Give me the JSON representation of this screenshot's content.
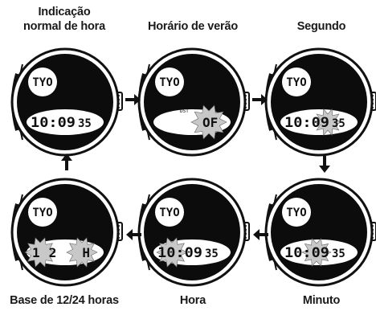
{
  "labels": {
    "top_left_line1": "Indicação",
    "top_left_line2": "normal de hora",
    "top_middle": "Horário de verão",
    "top_right": "Segundo",
    "bottom_left": "Base de 12/24 horas",
    "bottom_middle": "Hora",
    "bottom_right": "Minuto"
  },
  "watches": [
    {
      "city": "TYO",
      "time_main": "10:09",
      "time_sec": "35",
      "dst_mark": "",
      "dst_value": "",
      "mode": "",
      "flash": "none"
    },
    {
      "city": "TYO",
      "time_main": "",
      "time_sec": "",
      "dst_mark": "DST",
      "dst_value": "OF",
      "mode": "",
      "flash": "dst"
    },
    {
      "city": "TYO",
      "time_main": "10:09",
      "time_sec": "35",
      "dst_mark": "",
      "dst_value": "",
      "mode": "",
      "flash": "seconds"
    },
    {
      "city": "TYO",
      "time_main": "",
      "time_sec": "",
      "dst_mark": "",
      "dst_value": "",
      "mode": "12 H",
      "flash": "mode"
    },
    {
      "city": "TYO",
      "time_main": "10:09",
      "time_sec": "35",
      "dst_mark": "",
      "dst_value": "",
      "mode": "",
      "flash": "hour"
    },
    {
      "city": "TYO",
      "time_main": "10:09",
      "time_sec": "35",
      "dst_mark": "",
      "dst_value": "",
      "mode": "",
      "flash": "minute"
    }
  ],
  "colors": {
    "ink": "#111111",
    "face": "#0c0c0c",
    "lcd": "#ffffff",
    "flash": "#c8c8c8"
  }
}
